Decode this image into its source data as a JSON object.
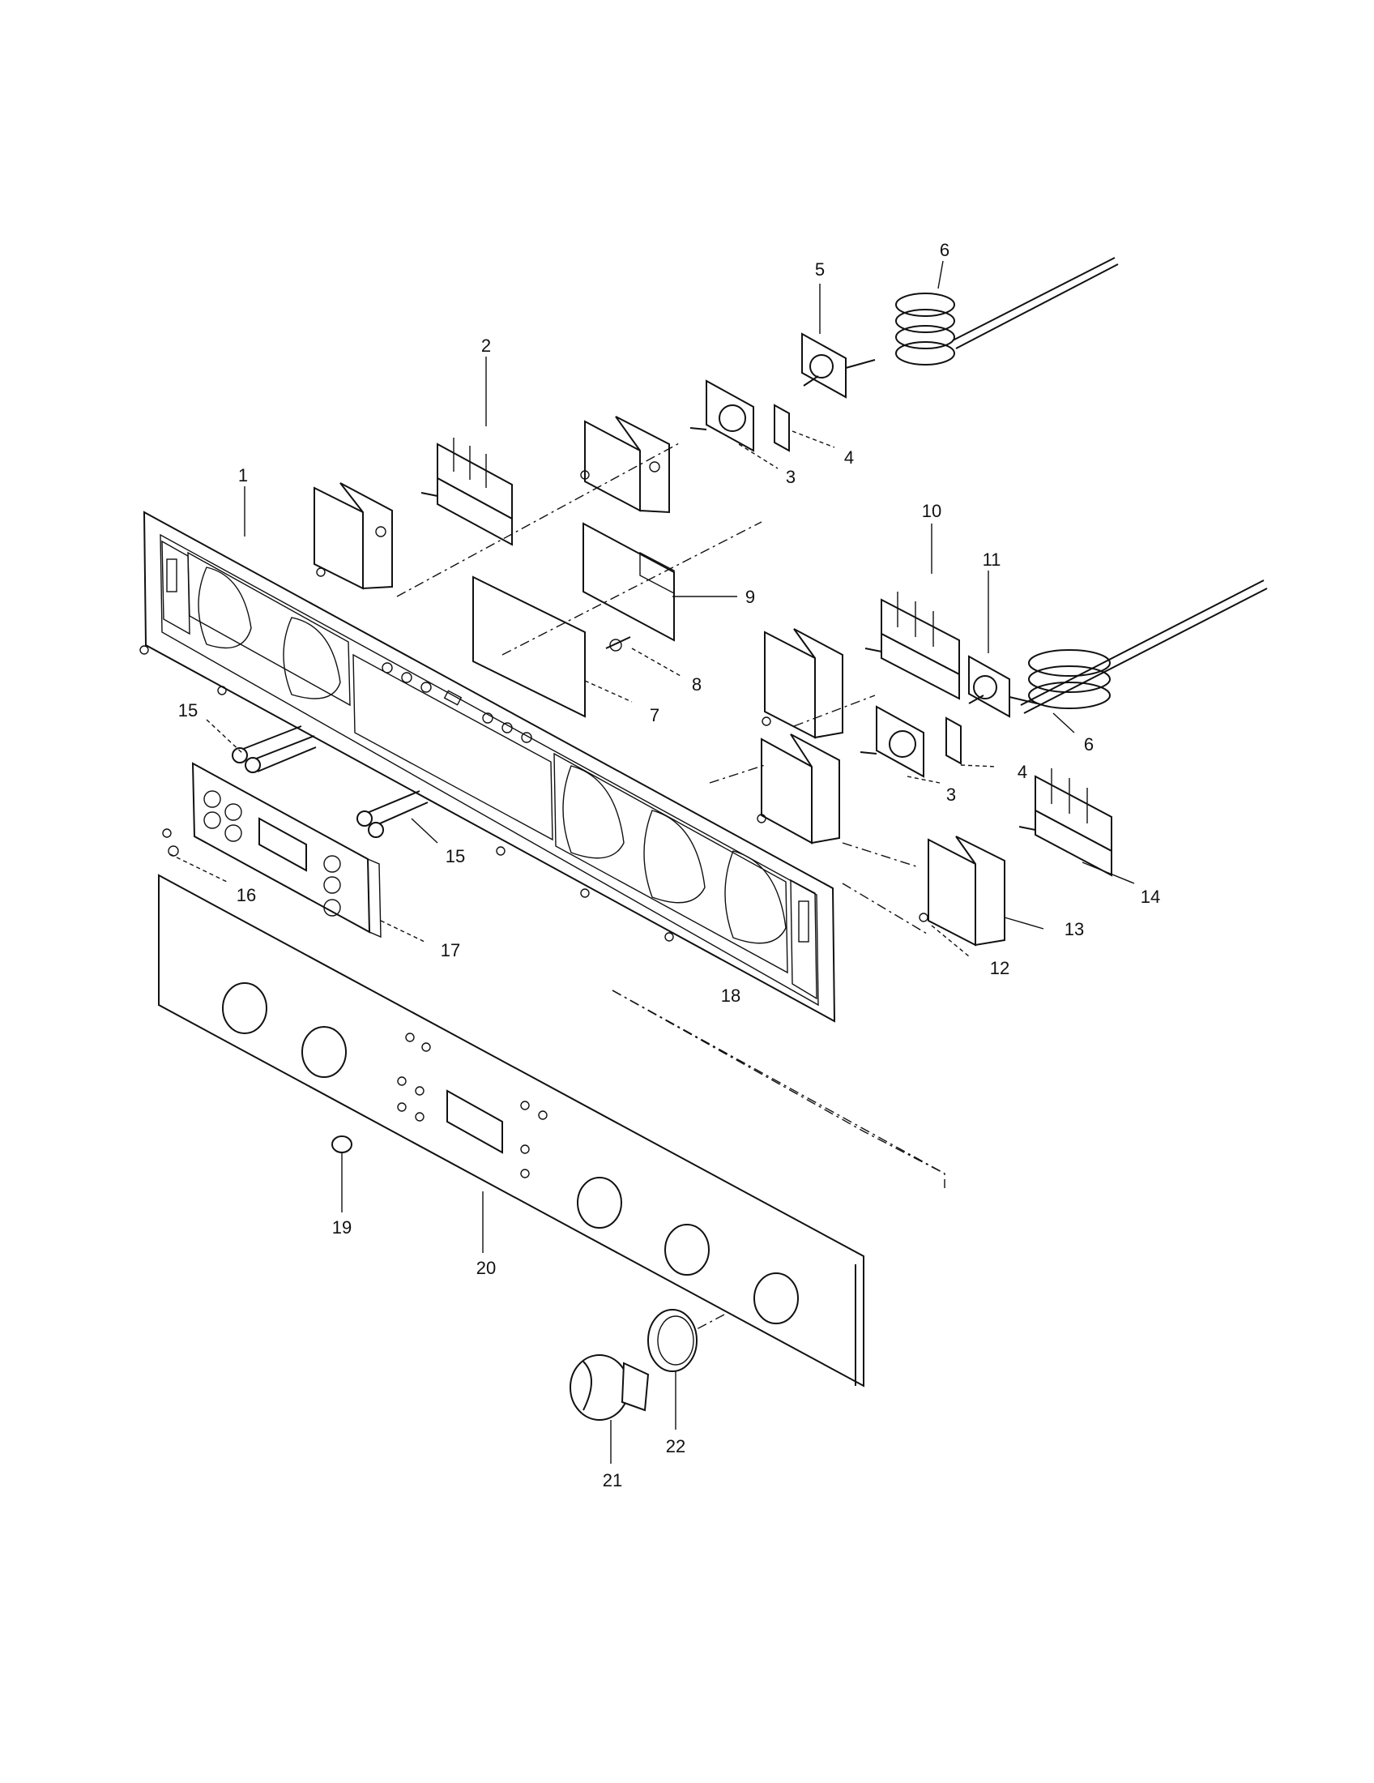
{
  "callouts": [
    {
      "id": "1",
      "label": "1"
    },
    {
      "id": "2",
      "label": "2"
    },
    {
      "id": "3a",
      "label": "3"
    },
    {
      "id": "3b",
      "label": "3"
    },
    {
      "id": "4a",
      "label": "4"
    },
    {
      "id": "4b",
      "label": "4"
    },
    {
      "id": "5",
      "label": "5"
    },
    {
      "id": "6a",
      "label": "6"
    },
    {
      "id": "6b",
      "label": "6"
    },
    {
      "id": "7",
      "label": "7"
    },
    {
      "id": "8",
      "label": "8"
    },
    {
      "id": "9",
      "label": "9"
    },
    {
      "id": "10",
      "label": "10"
    },
    {
      "id": "11",
      "label": "11"
    },
    {
      "id": "12",
      "label": "12"
    },
    {
      "id": "13",
      "label": "13"
    },
    {
      "id": "14",
      "label": "14"
    },
    {
      "id": "15a",
      "label": "15"
    },
    {
      "id": "15b",
      "label": "15"
    },
    {
      "id": "16",
      "label": "16"
    },
    {
      "id": "17",
      "label": "17"
    },
    {
      "id": "18",
      "label": "18"
    },
    {
      "id": "19",
      "label": "19"
    },
    {
      "id": "20",
      "label": "20"
    },
    {
      "id": "21",
      "label": "21"
    },
    {
      "id": "22",
      "label": "22"
    }
  ]
}
